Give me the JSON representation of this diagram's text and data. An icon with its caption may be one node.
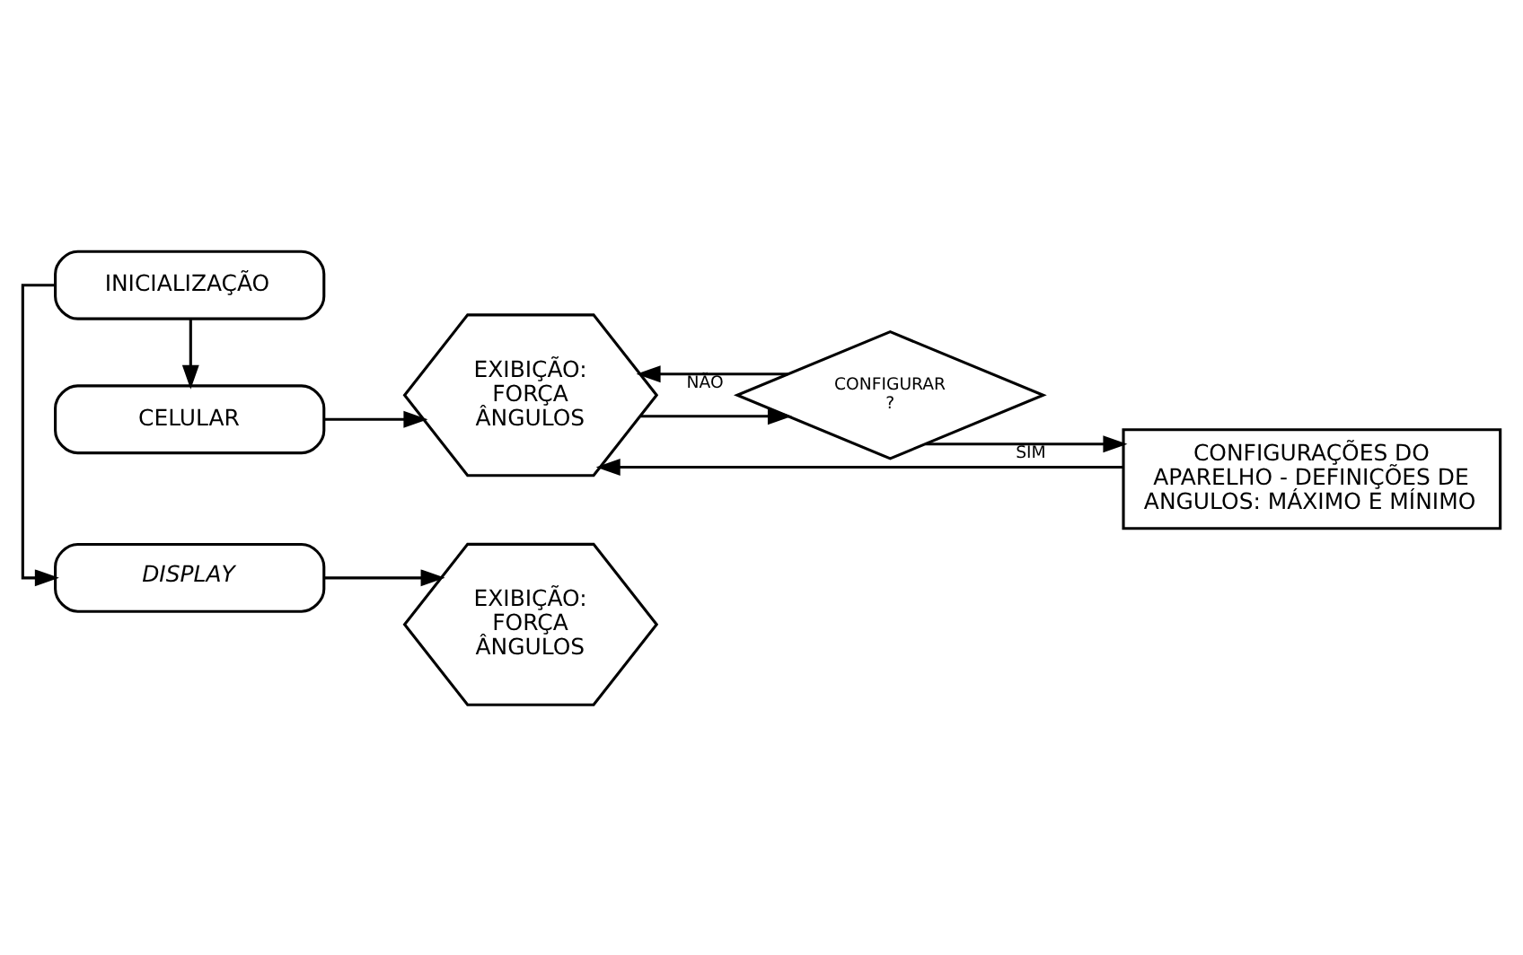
{
  "diagram": {
    "nodes": [
      {
        "text": [
          "DISPLAY"
        ]
      },
      {
        "text": [
          "EXIBIÇÃO: FORÇA ÂNGULOS"
        ]
      },
      {
        "text": [
          "INICIALIZAÇÃO"
        ]
      },
      {
        "text": [
          "CELULAR"
        ]
      },
      {
        "text": [
          "EXIBIÇÃO: FORÇA ÂNGULOS"
        ]
      },
      {
        "text": [
          "CONFIGURAR ?"
        ]
      },
      {
        "text": [
          "CONFIGURAÇÕES DO APARELHO - DEFINIÇÕES DE ANGULOS: MÁXIMO E MÍNIMO"
        ]
      }
    ],
    "edges": [
      {
        "from": 2,
        "to": 0,
        "arrow": "to"
      },
      {
        "from": 0,
        "to": 1,
        "arrow": "to"
      },
      {
        "from": 2,
        "to": 3,
        "arrow": "to"
      },
      {
        "from": 3,
        "to": 4,
        "arrow": "to"
      },
      {
        "from": 4,
        "to": 5,
        "arrow": "to"
      },
      {
        "from": 5,
        "to": 6,
        "label": "SIM",
        "arrow": "to"
      },
      {
        "from": 5,
        "to": 4,
        "label": "NÃO",
        "arrow": "to"
      },
      {
        "from": 6,
        "to": 4,
        "arrow": "to"
      }
    ]
  }
}
